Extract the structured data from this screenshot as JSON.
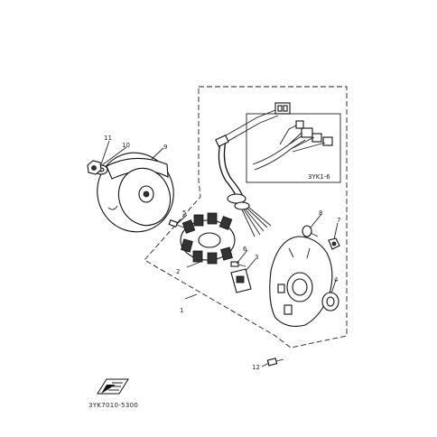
{
  "diagram": {
    "callouts": [
      {
        "id": "c1",
        "label": "1"
      },
      {
        "id": "c2",
        "label": "2"
      },
      {
        "id": "c3",
        "label": "3"
      },
      {
        "id": "c4",
        "label": "4"
      },
      {
        "id": "c5",
        "label": "5"
      },
      {
        "id": "c6",
        "label": "6"
      },
      {
        "id": "c7",
        "label": "7"
      },
      {
        "id": "c8",
        "label": "8"
      },
      {
        "id": "c9",
        "label": "9"
      },
      {
        "id": "c10",
        "label": "10"
      },
      {
        "id": "c11",
        "label": "11"
      },
      {
        "id": "c12",
        "label": "12"
      }
    ],
    "inset_label": "3YK1-6",
    "drawing_code": "3YK7010-5300"
  }
}
